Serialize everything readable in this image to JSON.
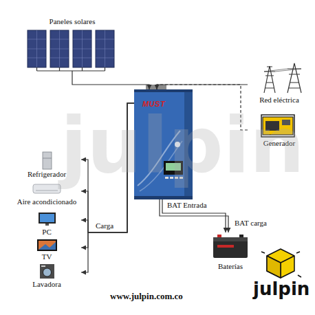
{
  "diagram": {
    "nodes": [
      {
        "text": [
          "Paneles solares"
        ]
      },
      {
        "text": [
          "MUST"
        ]
      },
      {
        "text": [
          "Red eléctrica"
        ]
      },
      {
        "text": [
          "Generador"
        ]
      },
      {
        "text": [
          "Refrigerador"
        ]
      },
      {
        "text": [
          "Aire acondicionado"
        ]
      },
      {
        "text": [
          "PC"
        ]
      },
      {
        "text": [
          "TV"
        ]
      },
      {
        "text": [
          "Lavadora"
        ]
      },
      {
        "text": [
          "Baterías"
        ]
      }
    ],
    "edges": [
      {
        "from": 0,
        "to": 1,
        "arrow": "to"
      },
      {
        "from": 2,
        "to": 1,
        "arrow": "to"
      },
      {
        "from": 3,
        "to": 1,
        "arrow": "none"
      },
      {
        "from": 1,
        "to": 4,
        "arrow": "to"
      },
      {
        "from": 1,
        "to": 5,
        "arrow": "to"
      },
      {
        "from": 1,
        "to": 6,
        "arrow": "to"
      },
      {
        "from": 1,
        "to": 7,
        "arrow": "to"
      },
      {
        "from": 1,
        "to": 8,
        "arrow": "to"
      },
      {
        "from": 1,
        "to": 9,
        "arrow": "to",
        "label": "BAT Entrada"
      },
      {
        "from": 1,
        "to": 9,
        "arrow": "to",
        "label": "BAT carga"
      }
    ],
    "labels": [
      "julpin",
      "Carga",
      "www.julpin.com.co",
      "julpin"
    ]
  }
}
